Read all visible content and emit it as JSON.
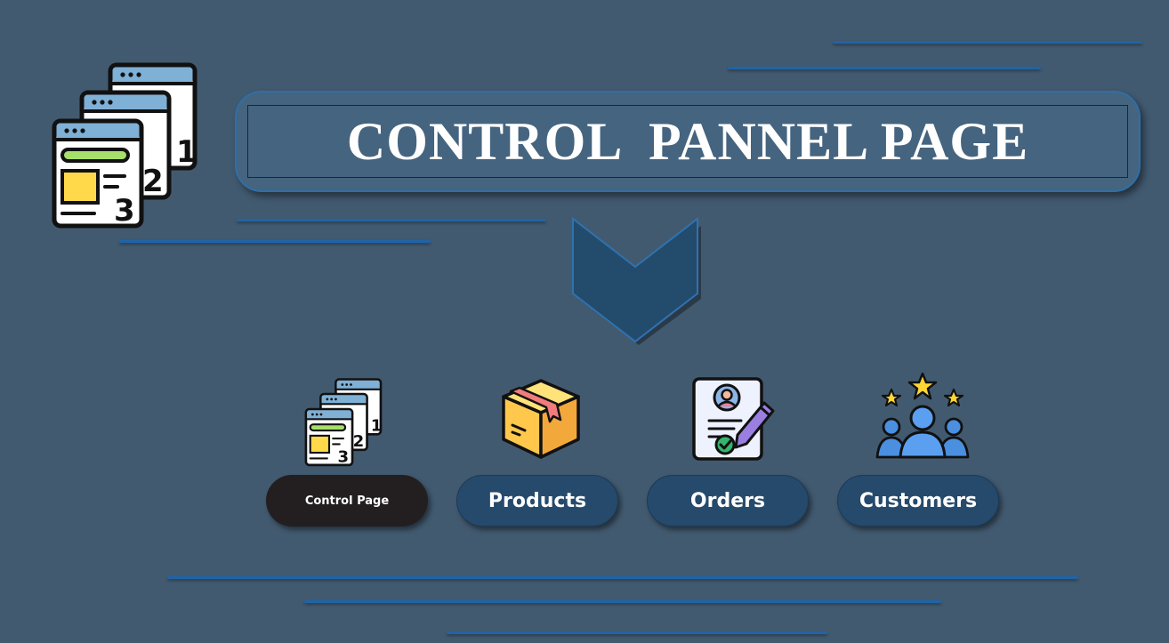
{
  "header": {
    "title": "CONTROL  PANNEL PAGE"
  },
  "nav": {
    "items": [
      {
        "label": "Control Page",
        "icon": "pages-icon",
        "active": true
      },
      {
        "label": "Products",
        "icon": "package-box-icon",
        "active": false
      },
      {
        "label": "Orders",
        "icon": "order-document-icon",
        "active": false
      },
      {
        "label": "Customers",
        "icon": "customers-stars-icon",
        "active": false
      }
    ]
  },
  "colors": {
    "background": "#425a70",
    "accent_line": "#1f64a8",
    "active_button": "#231f20",
    "button": "#254a6c",
    "arrow": "#234b6b"
  }
}
